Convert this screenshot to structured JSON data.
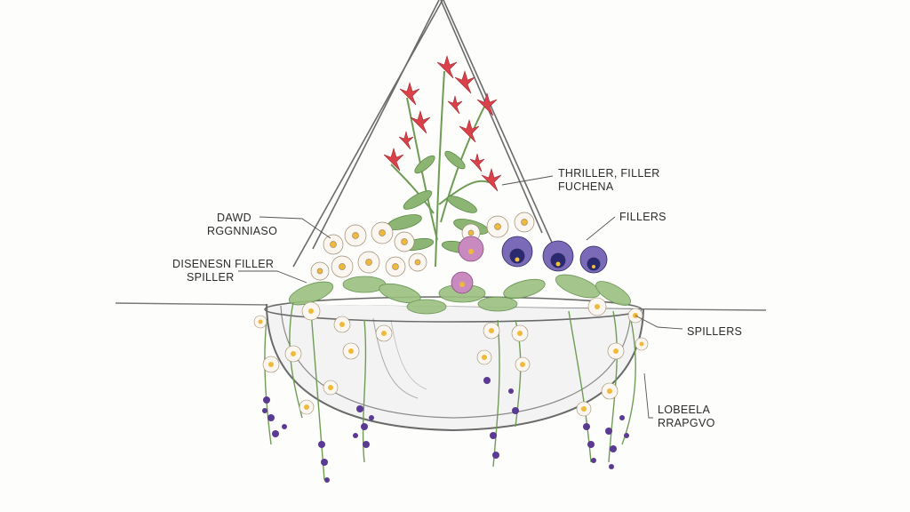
{
  "labels": {
    "thriller": {
      "line1": "THRILLER, FILLER",
      "line2": "FUCHENA"
    },
    "fillers": {
      "line1": "FILLERS"
    },
    "dawd": {
      "line1": "DAWD",
      "line2": "RGGNNIASO"
    },
    "disenesn": {
      "line1": "DISENESN FILLER",
      "line2": "SPILLER"
    },
    "spillers": {
      "line1": "SPILLERS"
    },
    "lobelia": {
      "line1": "LOBEELA",
      "line2": "RRAPGVO"
    }
  },
  "colors": {
    "pencil": "#555555",
    "fuchsia_red": "#d9424a",
    "stem_green": "#6f9c55",
    "leaf_green": "#88b070",
    "pansy_purple": "#3b3a8a",
    "pansy_violet": "#7a6ab8",
    "petal_cream": "#fbf7f0",
    "petal_yellow": "#f1b93a",
    "petal_orange": "#e8953a",
    "lobelia_purple": "#5a3a92",
    "pink_pansy": "#c98ac0"
  }
}
